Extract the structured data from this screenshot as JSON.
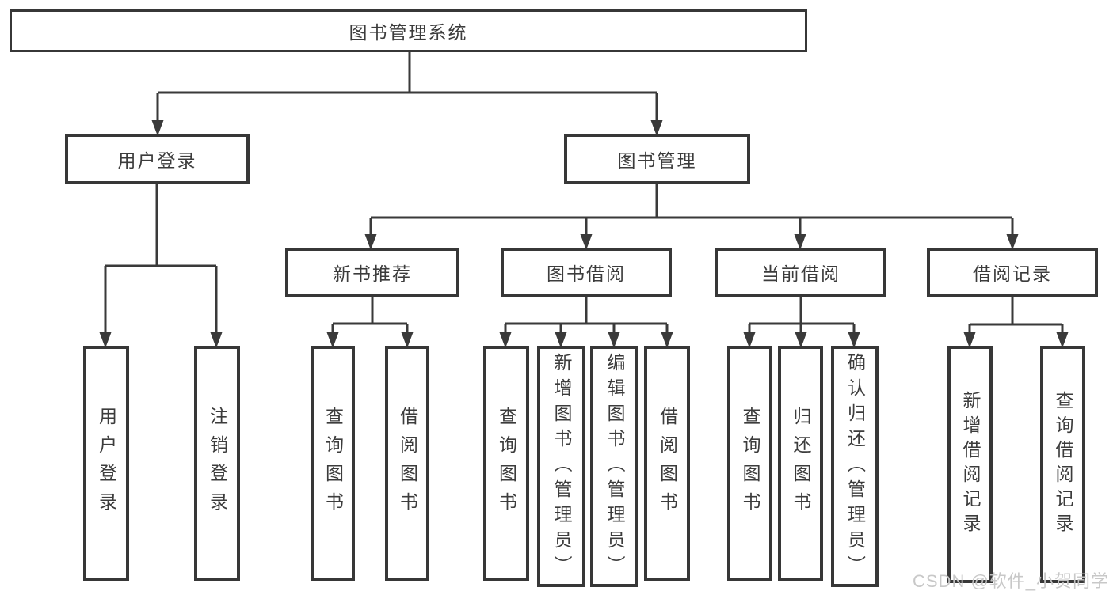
{
  "diagram": {
    "type": "hierarchy-tree",
    "root": {
      "label": "图书管理系统"
    },
    "branches": [
      {
        "label": "用户登录",
        "children": [
          {
            "label": "用户登录"
          },
          {
            "label": "注销登录"
          }
        ]
      },
      {
        "label": "图书管理",
        "children": [
          {
            "label": "新书推荐",
            "children": [
              {
                "label": "查询图书"
              },
              {
                "label": "借阅图书"
              }
            ]
          },
          {
            "label": "图书借阅",
            "children": [
              {
                "label": "查询图书"
              },
              {
                "label": "新增图书（管理员）"
              },
              {
                "label": "编辑图书（管理员）"
              },
              {
                "label": "借阅图书"
              }
            ]
          },
          {
            "label": "当前借阅",
            "children": [
              {
                "label": "查询图书"
              },
              {
                "label": "归还图书"
              },
              {
                "label": "确认归还（管理员）"
              }
            ]
          },
          {
            "label": "借阅记录",
            "children": [
              {
                "label": "新增借阅记录"
              },
              {
                "label": "查询借阅记录"
              }
            ]
          }
        ]
      }
    ]
  },
  "watermark": {
    "text": "CSDN @软件_小贺同学"
  },
  "colors": {
    "line": "#3a3a3a",
    "border": "#373737",
    "text": "#3c3c3c",
    "watermark": "#c5c5c5",
    "background": "#ffffff"
  }
}
